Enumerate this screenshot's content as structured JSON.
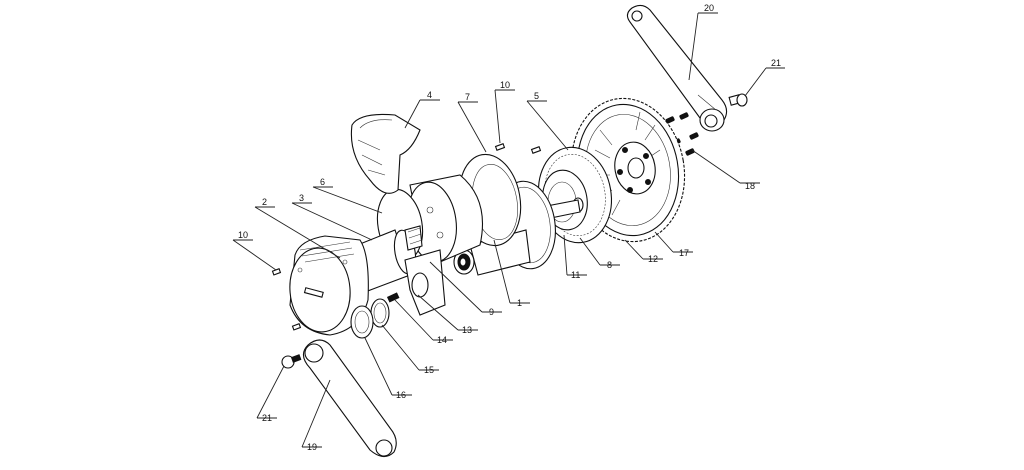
{
  "diagram": {
    "type": "exploded-view mechanical drawing",
    "subject": "mid-drive motor assembly with crank arms",
    "callouts": [
      {
        "id": "c20",
        "number": "20"
      },
      {
        "id": "c21a",
        "number": "21"
      },
      {
        "id": "c4",
        "number": "4"
      },
      {
        "id": "c7",
        "number": "7"
      },
      {
        "id": "c10a",
        "number": "10"
      },
      {
        "id": "c5",
        "number": "5"
      },
      {
        "id": "c18",
        "number": "18"
      },
      {
        "id": "c6",
        "number": "6"
      },
      {
        "id": "c3",
        "number": "3"
      },
      {
        "id": "c2",
        "number": "2"
      },
      {
        "id": "c10b",
        "number": "10"
      },
      {
        "id": "c17",
        "number": "17"
      },
      {
        "id": "c12",
        "number": "12"
      },
      {
        "id": "c8",
        "number": "8"
      },
      {
        "id": "c11",
        "number": "11"
      },
      {
        "id": "c1",
        "number": "1"
      },
      {
        "id": "c9",
        "number": "9"
      },
      {
        "id": "c13",
        "number": "13"
      },
      {
        "id": "c14",
        "number": "14"
      },
      {
        "id": "c15",
        "number": "15"
      },
      {
        "id": "c16",
        "number": "16"
      },
      {
        "id": "c21b",
        "number": "21"
      },
      {
        "id": "c19",
        "number": "19"
      }
    ]
  }
}
